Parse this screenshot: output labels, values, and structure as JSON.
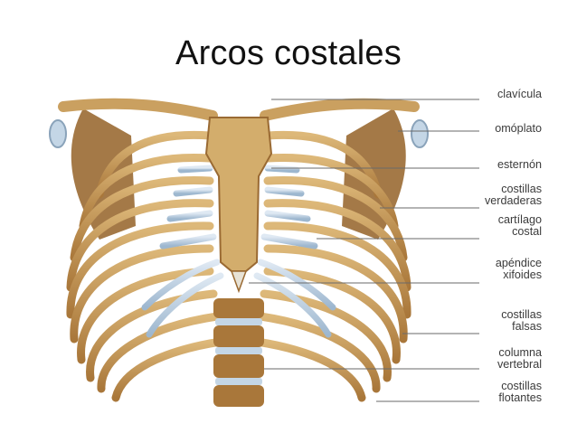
{
  "title": "Arcos costales",
  "labels": {
    "clavicula": "clavícula",
    "omoplato": "omóplato",
    "esternon": "esternón",
    "costillas_verdaderas": [
      "costillas",
      "verdaderas"
    ],
    "cartilago_costal": [
      "cartílago",
      "costal"
    ],
    "apendice_xifoides": [
      "apéndice",
      "xifoides"
    ],
    "costillas_falsas": [
      "costillas",
      "falsas"
    ],
    "columna_vertebral": [
      "columna",
      "vertebral"
    ],
    "costillas_flotantes": [
      "costillas",
      "flotantes"
    ]
  },
  "colors": {
    "bone": "#c9a162",
    "bone_dark": "#8a5a22",
    "cartilage": "#c4d6e6",
    "scapula": "#9a6a33",
    "leader_line": "#6a6a6a"
  }
}
